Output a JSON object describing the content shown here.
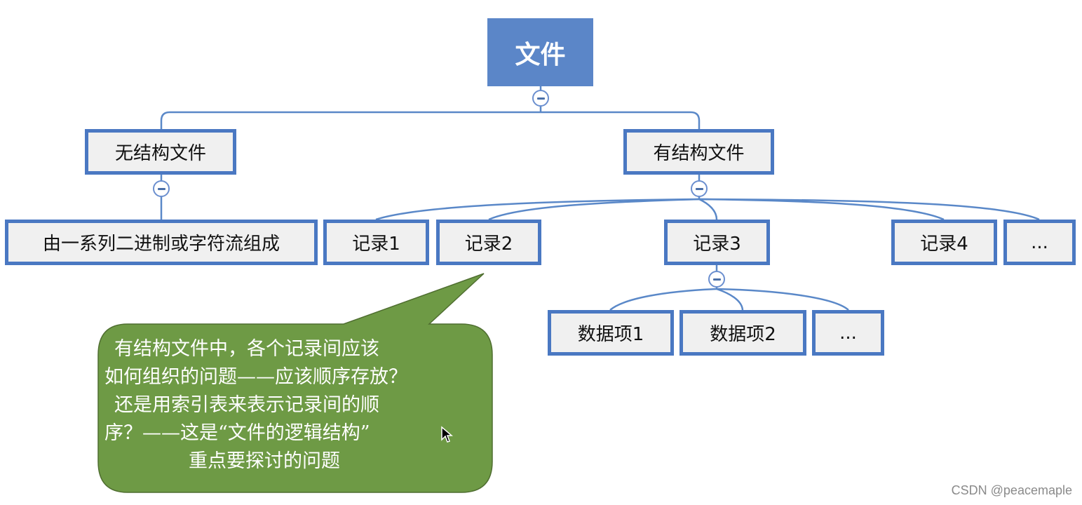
{
  "tree": {
    "root": {
      "label": "文件"
    },
    "unstructured": {
      "label": "无结构文件",
      "child": {
        "label": "由一系列二进制或字符流组成"
      }
    },
    "structured": {
      "label": "有结构文件",
      "records": [
        {
          "label": "记录1"
        },
        {
          "label": "记录2"
        },
        {
          "label": "记录3"
        },
        {
          "label": "记录4"
        },
        {
          "label": "..."
        }
      ],
      "record3_items": [
        {
          "label": "数据项1"
        },
        {
          "label": "数据项2"
        },
        {
          "label": "..."
        }
      ]
    }
  },
  "callout": {
    "lines": [
      "有结构文件中，各个记录间应该",
      "如何组织的问题——应该顺序存放？",
      "还是用索引表来表示记录间的顺",
      "序？——这是“文件的逻辑结构”",
      "重点要探讨的问题"
    ],
    "fill": "#6e9a45"
  },
  "colors": {
    "node_border": "#4a78c2",
    "node_fill": "#f0f0f0",
    "root_fill": "#5b86c8",
    "connector": "#5a88c8"
  },
  "watermark": "CSDN @peacemaple"
}
